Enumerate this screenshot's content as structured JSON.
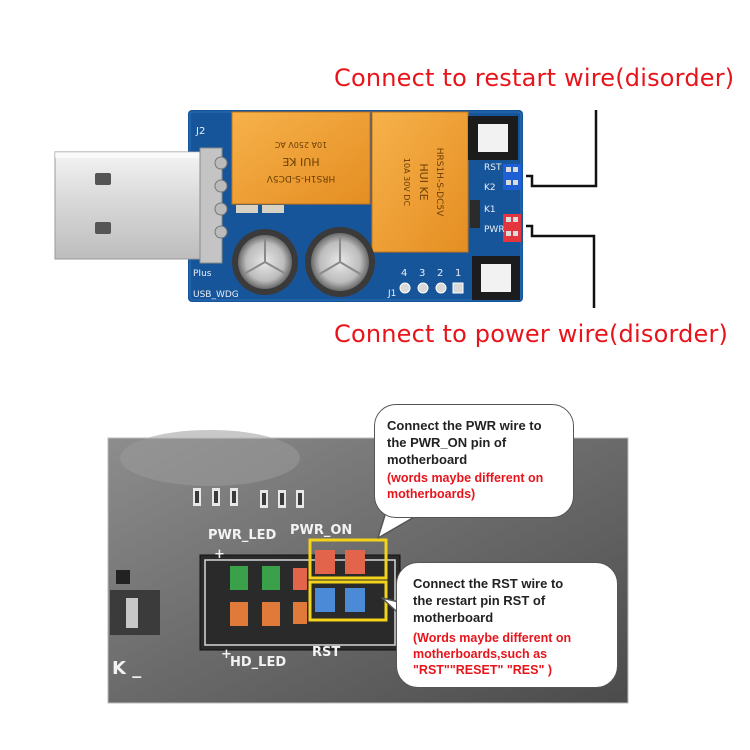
{
  "top_labels": {
    "restart": "Connect to restart wire(disorder)",
    "power": "Connect to power wire(disorder)"
  },
  "board": {
    "silk_j2": "J2",
    "silk_rst": "RST",
    "silk_k2": "K2",
    "silk_k1": "K1",
    "silk_pwr": "PWR",
    "silk_plus": "PIus",
    "silk_usb": "USB_WDG",
    "silk_j1": "J1",
    "pin_numbers": [
      "4",
      "3",
      "2",
      "1"
    ],
    "relay_left_lines": [
      "HRS1H-S-DC5V",
      "HUI KE",
      "10A 250V AC"
    ],
    "relay_right_lines": [
      "HRS1H-S-DC5V",
      "HUI KE",
      "10A 30V DC"
    ]
  },
  "motherboard": {
    "silk_pwr_led": "PWR_LED",
    "silk_pwr_on": "PWR_ON",
    "silk_hd_led": "HD_LED",
    "silk_rst": "RST",
    "silk_plus_top": "+",
    "silk_plus_bottom": "+",
    "silk_k": "K _"
  },
  "bubbles": {
    "pwr": {
      "line1": "Connect the PWR wire to",
      "line2": "the PWR_ON pin of",
      "line3": "motherboard",
      "note1": "(words maybe different on",
      "note2": "motherboards)"
    },
    "rst": {
      "line1": "Connect the RST wire to",
      "line2": "the restart pin RST of",
      "line3": "motherboard",
      "note1": "(Words maybe different on",
      "note2": "motherboards,such as",
      "note3": "\"RST\"\"RESET\" \"RES\" )"
    }
  },
  "colors": {
    "label_red": "#e8141b",
    "pcb_blue": "#17559a",
    "relay_orange": "#f2a33c",
    "highlight_yellow": "#f2d21a"
  }
}
